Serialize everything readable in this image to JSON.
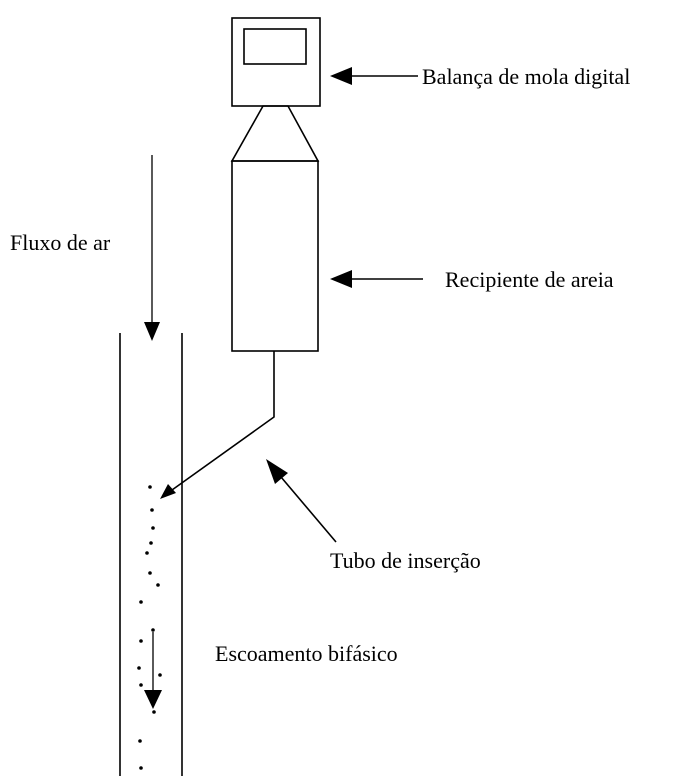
{
  "labels": {
    "balance": "Balança de mola digital",
    "air_flow": "Fluxo de ar",
    "sand_container": "Recipiente de areia",
    "insertion_tube": "Tubo de inserção",
    "two_phase_flow": "Escoamento bifásico"
  },
  "colors": {
    "stroke": "#000000",
    "background": "#ffffff"
  }
}
